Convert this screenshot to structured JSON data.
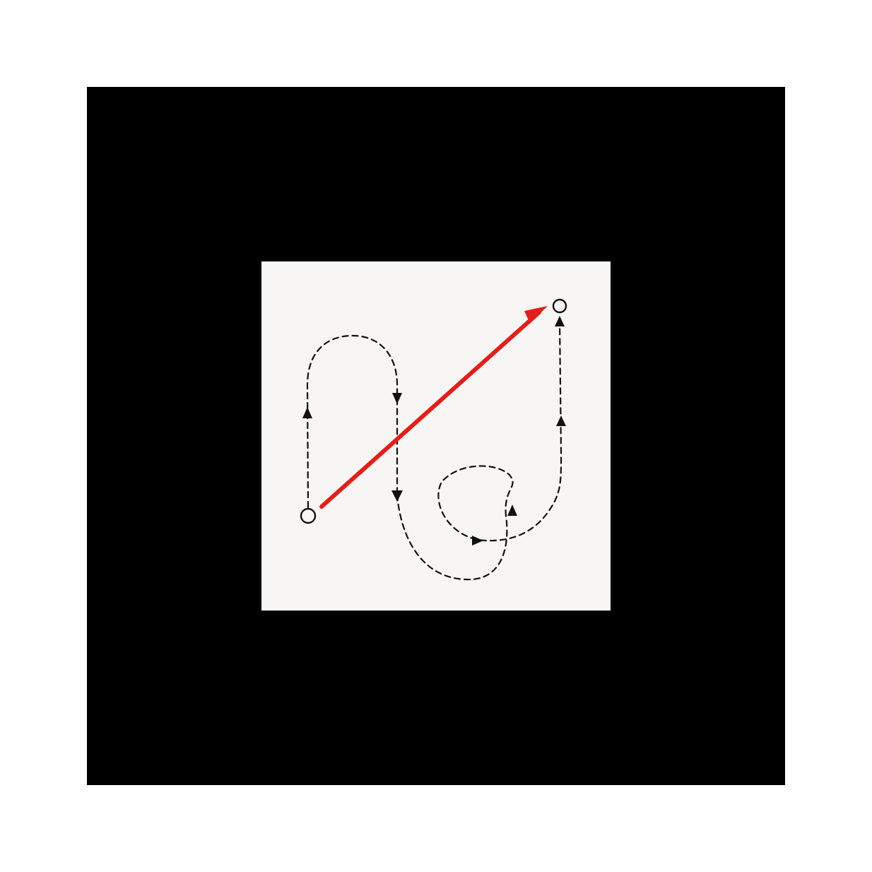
{
  "diagram": {
    "nodes": [
      {
        "id": "start",
        "role": "start-point"
      },
      {
        "id": "end",
        "role": "end-point"
      }
    ],
    "paths": [
      {
        "id": "winding-path",
        "style": "dashed",
        "color": "#111111",
        "from": "start",
        "to": "end"
      },
      {
        "id": "direct-path",
        "style": "solid",
        "color": "#e0201a",
        "from": "start",
        "to": "end"
      }
    ]
  },
  "colors": {
    "outer_background": "#ffffff",
    "frame": "#000000",
    "card": "#f7f6f4",
    "ink": "#111111",
    "accent": "#e0201a"
  }
}
